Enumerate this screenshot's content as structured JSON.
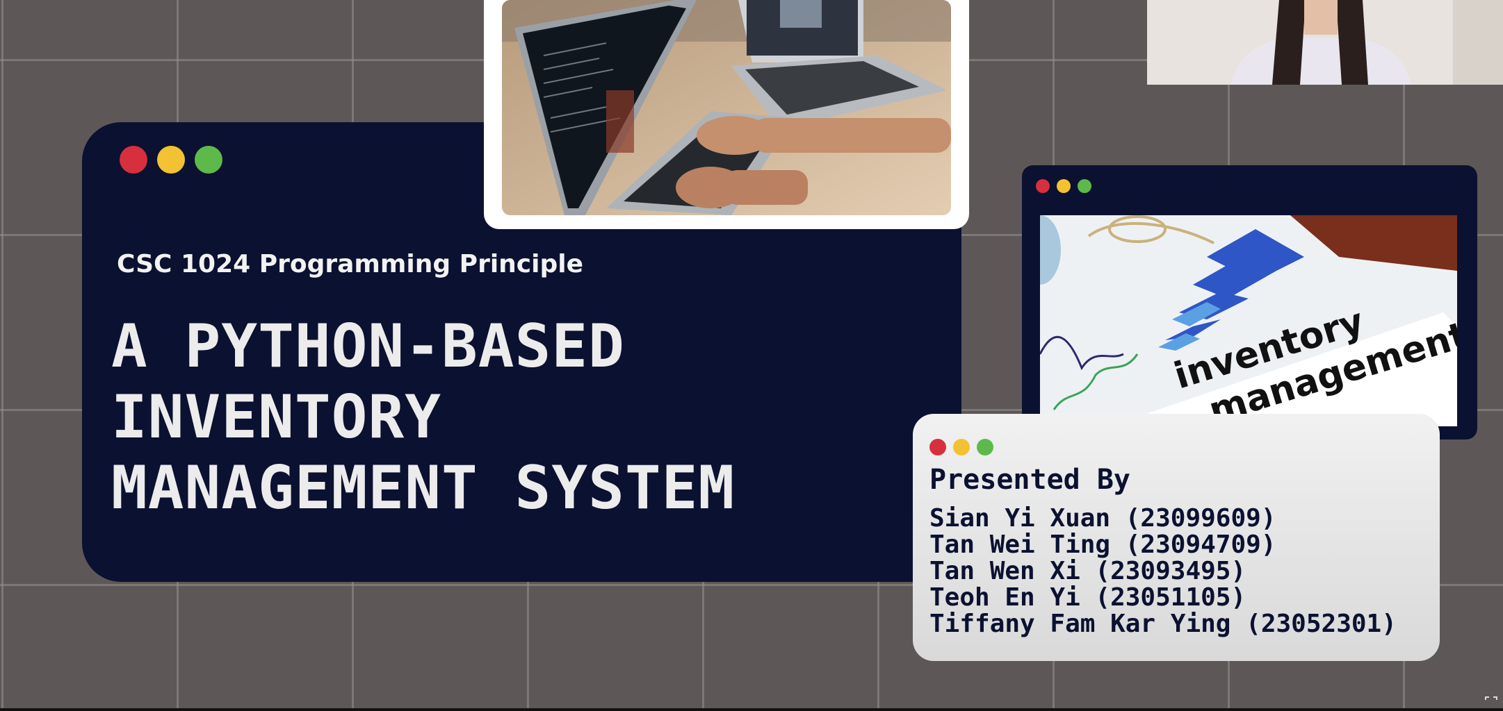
{
  "colors": {
    "background": "#5d5857",
    "card_navy": "#0b1130",
    "dot_red": "#d62f3e",
    "dot_yellow": "#f2c232",
    "dot_green": "#5dba4a"
  },
  "slide": {
    "course": "CSC 1024 Programming Principle",
    "title_lines": [
      "A PYTHON-BASED",
      "INVENTORY",
      "MANAGEMENT SYSTEM"
    ]
  },
  "photos": {
    "laptop_icon": "laptop-photo",
    "inventory_text": [
      "inventory",
      "management"
    ],
    "webcam_icon": "webcam-feed"
  },
  "presenters": {
    "heading": "Presented By",
    "names": [
      "Sian Yi Xuan (23099609)",
      "Tan Wei Ting (23094709)",
      "Tan Wen Xi (23093495)",
      "Teoh En Yi (23051105)",
      "Tiffany Fam Kar Ying (23052301)"
    ]
  }
}
